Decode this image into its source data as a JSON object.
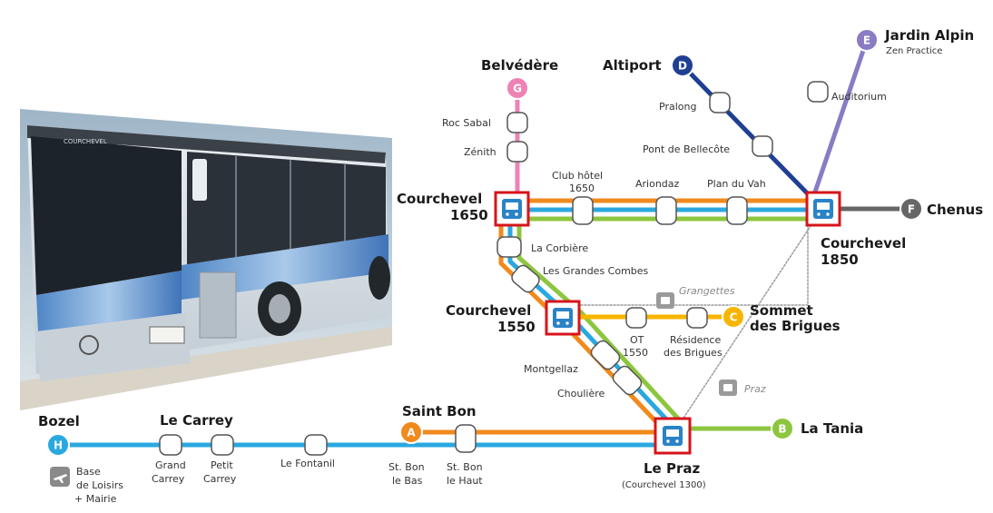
{
  "colors": {
    "blue": "#2aa8e0",
    "orange": "#f08a1c",
    "green": "#8cc63f",
    "yellow": "#f7b500",
    "pink": "#ee82b4",
    "navy": "#1f3f93",
    "purple": "#8a7bc4",
    "grey": "#666666",
    "hub_border": "#d7141a"
  },
  "line_badges": {
    "H": "H",
    "A": "A",
    "B": "B",
    "C": "C",
    "D": "D",
    "E": "E",
    "F": "F",
    "G": "G"
  },
  "terminals": {
    "bozel": "Bozel",
    "le_carrey": "Le Carrey",
    "saint_bon": "Saint Bon",
    "la_tania": "La Tania",
    "sommet_1": "Sommet",
    "sommet_2": "des Brigues",
    "belvedere": "Belvédère",
    "altiport": "Altiport",
    "jardin_alpin": "Jardin Alpin",
    "zen_practice": "Zen Practice",
    "chenus": "Chenus"
  },
  "hubs": {
    "c1650_1": "Courchevel",
    "c1650_2": "1650",
    "c1850_1": "Courchevel",
    "c1850_2": "1850",
    "c1550_1": "Courchevel",
    "c1550_2": "1550",
    "le_praz": "Le Praz",
    "le_praz_sub": "(Courchevel 1300)"
  },
  "stops": {
    "base_1": "Base",
    "base_2": "de Loisirs",
    "base_3": "+ Mairie",
    "grand_carrey_1": "Grand",
    "grand_carrey_2": "Carrey",
    "petit_carrey_1": "Petit",
    "petit_carrey_2": "Carrey",
    "le_fontanil": "Le Fontanil",
    "st_bon_bas_1": "St. Bon",
    "st_bon_bas_2": "le Bas",
    "st_bon_haut_1": "St. Bon",
    "st_bon_haut_2": "le Haut",
    "roc_sabal": "Roc Sabal",
    "zenith": "Zénith",
    "club_hotel_1": "Club hôtel",
    "club_hotel_2": "1650",
    "ariondaz": "Ariondaz",
    "plan_du_vah": "Plan du Vah",
    "pralong": "Pralong",
    "pont_de_bellecote": "Pont de Bellecôte",
    "auditorium": "Auditorium",
    "la_corbiere": "La Corbière",
    "les_grandes_combes": "Les Grandes Combes",
    "grangettes": "Grangettes",
    "ot_1": "OT",
    "ot_2": "1550",
    "residence_1": "Résidence",
    "residence_2": "des Brigues",
    "montgellaz": "Montgellaz",
    "choulière": "Choulière",
    "praz": "Praz"
  },
  "photo": {
    "bus_display": "COURCHEVEL"
  }
}
